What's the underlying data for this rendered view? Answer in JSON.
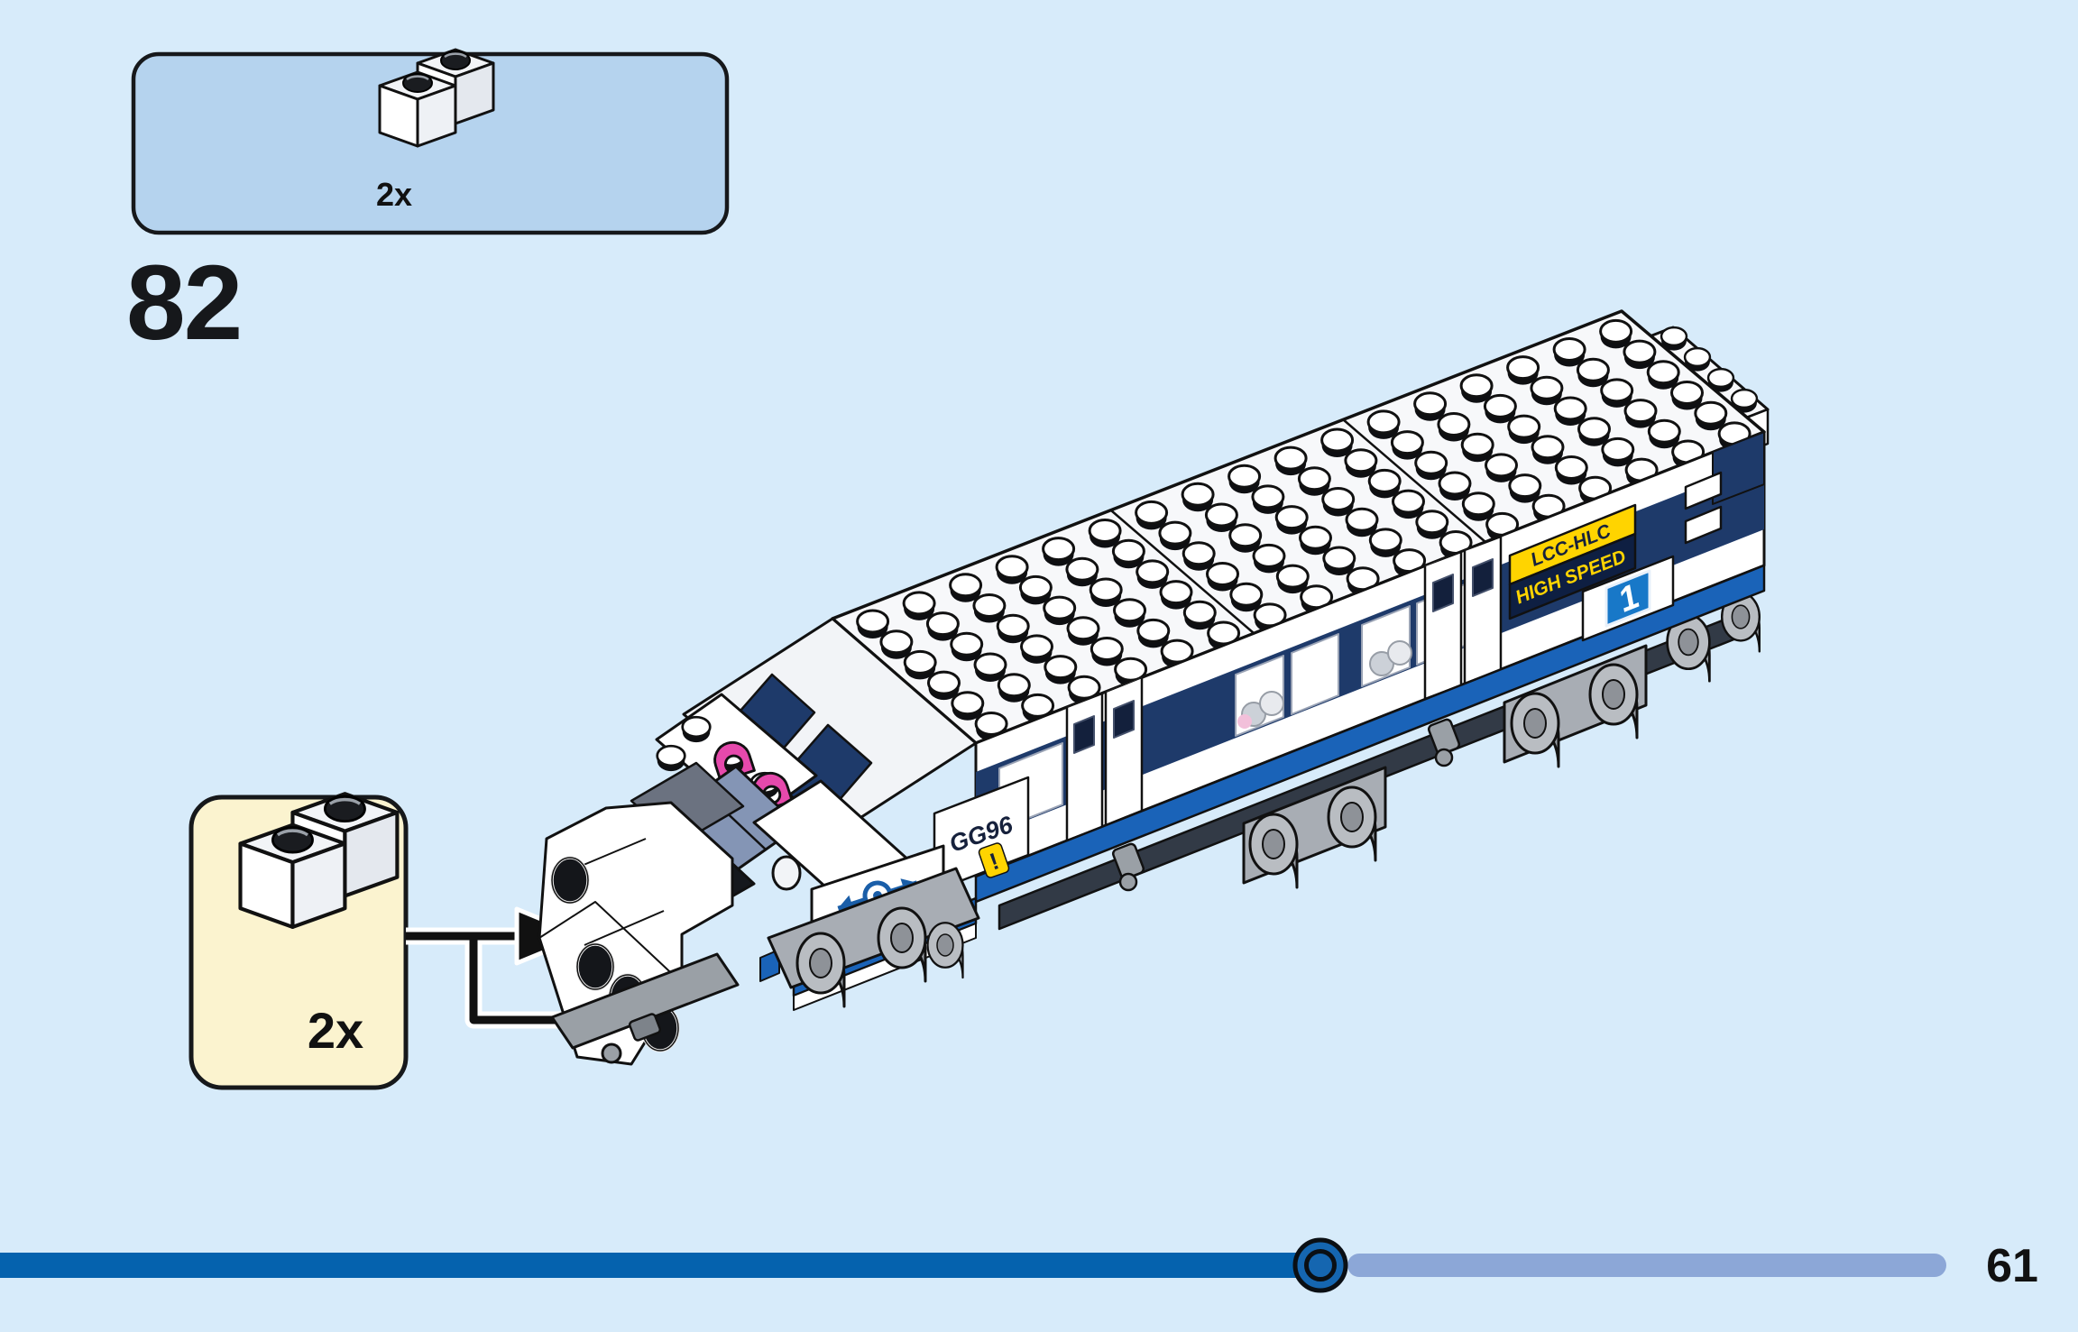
{
  "page": {
    "background_color": "#d7ebfa",
    "page_number": "61"
  },
  "step": {
    "number": "82"
  },
  "parts_callout": {
    "quantity": "2x",
    "piece": "white corner brick 2x2",
    "box_color": "#b5d3ee"
  },
  "selection_callout": {
    "quantity": "2x",
    "piece": "white corner brick 2x2",
    "box_color": "#fbf3cf"
  },
  "train": {
    "stickers": {
      "side_code": "GG96",
      "warning_symbol": "!",
      "line_label": "LCC-HLC",
      "speed_label": "HIGH SPEED",
      "car_number": "1"
    },
    "colors": {
      "body": "#ffffff",
      "window_band": "#1e3a6a",
      "stripe": "#1a63b8",
      "number_plate": "#1878c8",
      "sticker_yellow": "#ffd400",
      "clip_magenta": "#e649ac",
      "windshield": "#8495b5"
    }
  },
  "progress": {
    "done_color": "#0562ae",
    "remaining_color": "#8ca7d7"
  }
}
